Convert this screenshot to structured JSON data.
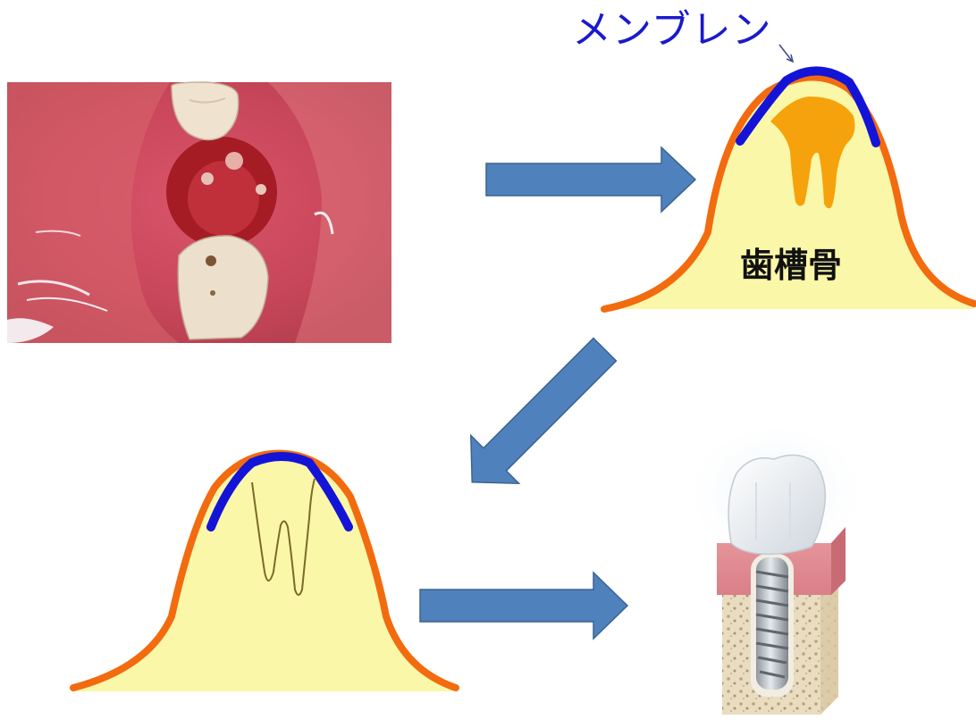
{
  "labels": {
    "membrane": "メンブレン",
    "alveolar_bone": "歯槽骨"
  },
  "images": {
    "extraction_photo": "photo-extraction-socket",
    "implant_illustration": "dental-implant-illustration"
  },
  "colors": {
    "gum_outline": "#f26b0f",
    "bone_fill": "#fbf7a8",
    "membrane": "#1414d8",
    "graft": "#f6a20c",
    "arrow": "#4f81bd",
    "arrow_border": "#3a6490",
    "label_blue": "#1a1acc"
  }
}
